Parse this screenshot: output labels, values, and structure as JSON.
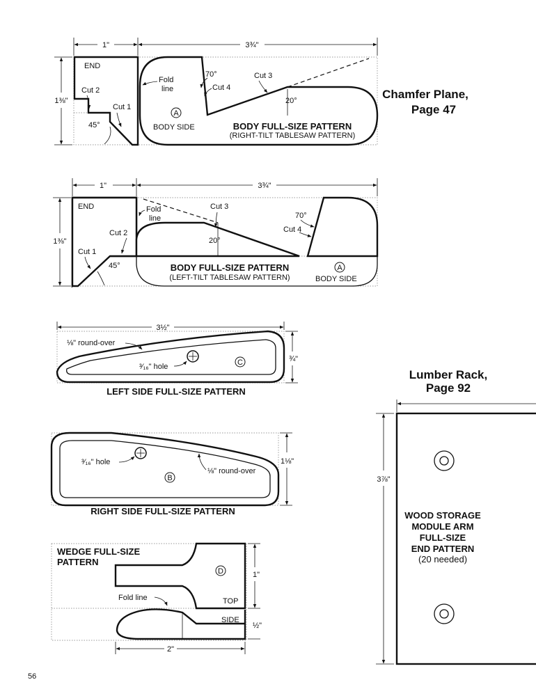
{
  "page_number": "56",
  "chamfer": {
    "heading_line1": "Chamfer Plane,",
    "heading_line2": "Page 47"
  },
  "right_tilt": {
    "dim_end_width": "1\"",
    "dim_body_length": "3¾\"",
    "dim_height": "1⅜\"",
    "end_label": "END",
    "cut2": "Cut 2",
    "cut1": "Cut 1",
    "angle_45": "45°",
    "fold_line1": "Fold",
    "fold_line2": "line",
    "angle_70": "70°",
    "cut4": "Cut 4",
    "cut3": "Cut 3",
    "angle_20": "20°",
    "part_letter": "A",
    "body_side": "BODY SIDE",
    "title": "BODY FULL-SIZE PATTERN",
    "subtitle": "(RIGHT-TILT TABLESAW PATTERN)"
  },
  "left_tilt": {
    "dim_end_width": "1\"",
    "dim_body_length": "3¾\"",
    "dim_height": "1⅜\"",
    "end_label": "END",
    "fold_line1": "Fold",
    "fold_line2": "line",
    "cut3": "Cut 3",
    "angle_70": "70°",
    "cut4": "Cut 4",
    "cut2": "Cut 2",
    "cut1": "Cut 1",
    "angle_20": "20°",
    "angle_45": "45°",
    "title": "BODY FULL-SIZE PATTERN",
    "subtitle": "(LEFT-TILT TABLESAW PATTERN)",
    "part_letter": "A",
    "body_side": "BODY SIDE"
  },
  "left_side": {
    "dim_length": "3½\"",
    "dim_height": "¾\"",
    "roundover": "⅛\" round-over",
    "hole": "³⁄₁₆\" hole",
    "part_letter": "C",
    "title": "LEFT SIDE FULL-SIZE PATTERN"
  },
  "right_side": {
    "dim_height": "1⅛\"",
    "hole": "³⁄₁₆\" hole",
    "roundover": "⅛\" round-over",
    "part_letter": "B",
    "title": "RIGHT SIDE FULL-SIZE PATTERN"
  },
  "wedge": {
    "title_line1": "WEDGE FULL-SIZE",
    "title_line2": "PATTERN",
    "part_letter": "D",
    "fold_line": "Fold line",
    "top": "TOP",
    "side": "SIDE",
    "dim_height": "1\"",
    "dim_side_height": "½\"",
    "dim_length": "2\""
  },
  "lumber": {
    "heading_line1": "Lumber Rack,",
    "heading_line2": "Page 92",
    "dim_height": "3⅞\"",
    "label_line1": "WOOD STORAGE",
    "label_line2": "MODULE ARM",
    "label_line3": "FULL-SIZE",
    "label_line4": "END PATTERN",
    "label_line5": "(20 needed)"
  }
}
